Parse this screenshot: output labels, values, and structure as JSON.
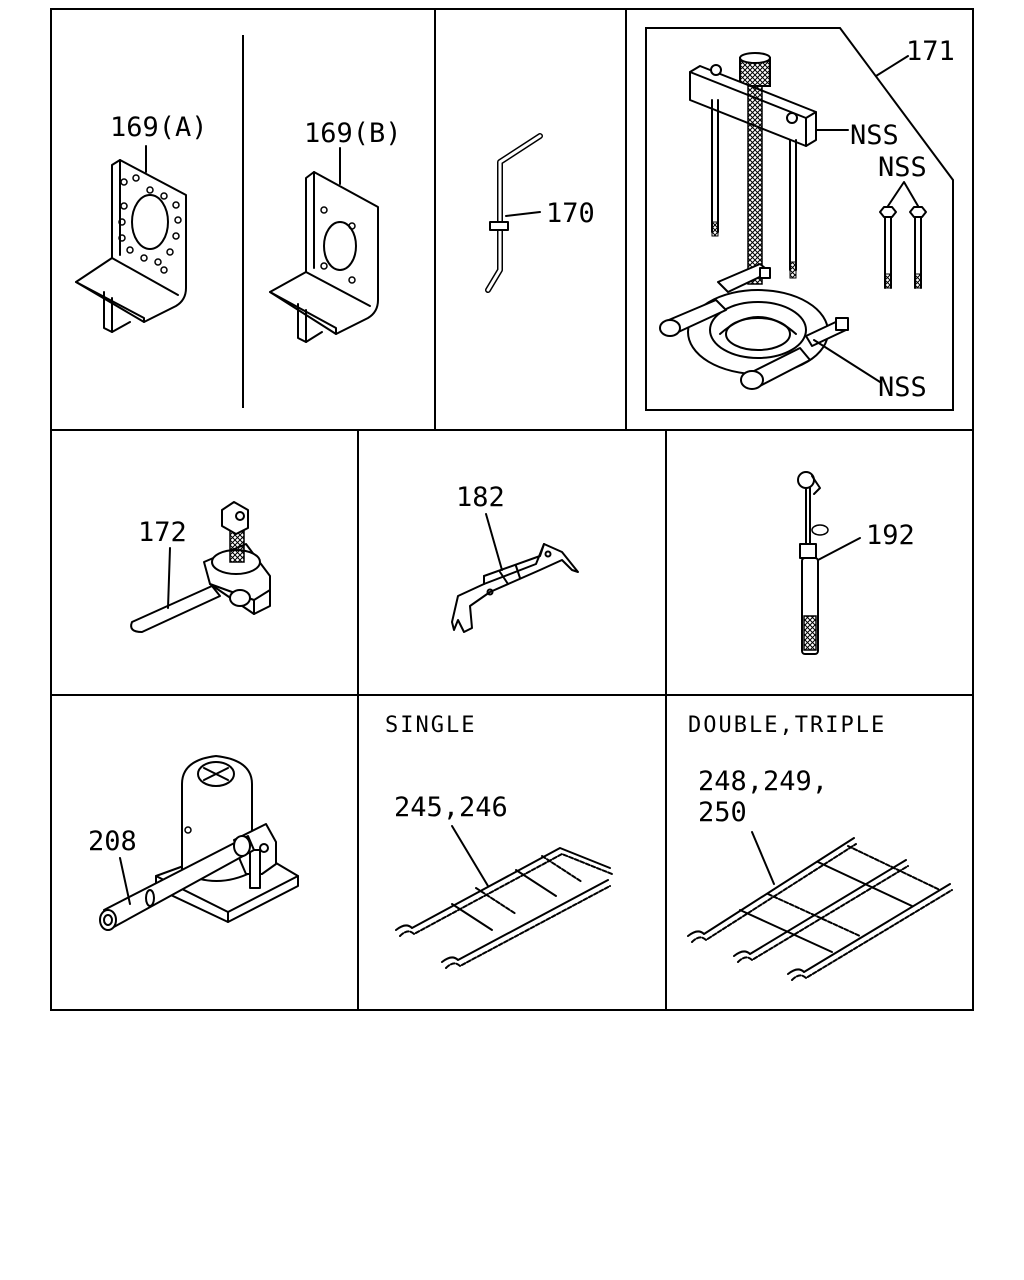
{
  "parts": {
    "p169a": "169(A)",
    "p169b": "169(B)",
    "p170": "170",
    "p171": "171",
    "nss_1": "NSS",
    "nss_2": "NSS",
    "nss_3": "NSS",
    "p172": "172",
    "p182": "182",
    "p192": "192",
    "p208": "208",
    "p245": "245,246",
    "p248_line1": "248,249,",
    "p248_line2": "250"
  },
  "captions": {
    "single": "SINGLE",
    "double_triple": "DOUBLE,TRIPLE"
  }
}
